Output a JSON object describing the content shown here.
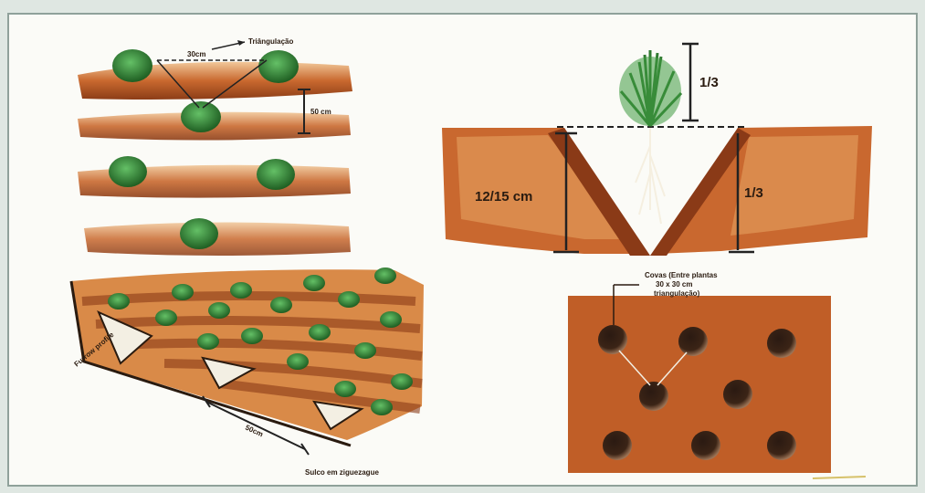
{
  "top_left": {
    "label_triangulacao": "Triângulação",
    "label_spacing": "30cm",
    "label_row": "50 cm"
  },
  "top_right": {
    "label_top_third": "1/3",
    "label_depth": "12/15 cm",
    "label_bottom_third": "1/3"
  },
  "bottom_left": {
    "label_furrow": "Furrow profile",
    "label_length": "50cm",
    "label_note": "Sulco em ziguezague"
  },
  "bottom_right": {
    "label_covas_line1": "Covas (Entre plantas",
    "label_covas_line2": "30 x 30 cm",
    "label_covas_line3": "triangulação)"
  },
  "colors": {
    "soil_dark": "#8a3a17",
    "soil_mid": "#c4652c",
    "soil_light": "#e8a86a",
    "plant_green": "#3f9a42",
    "plant_dark": "#1f5e22"
  }
}
